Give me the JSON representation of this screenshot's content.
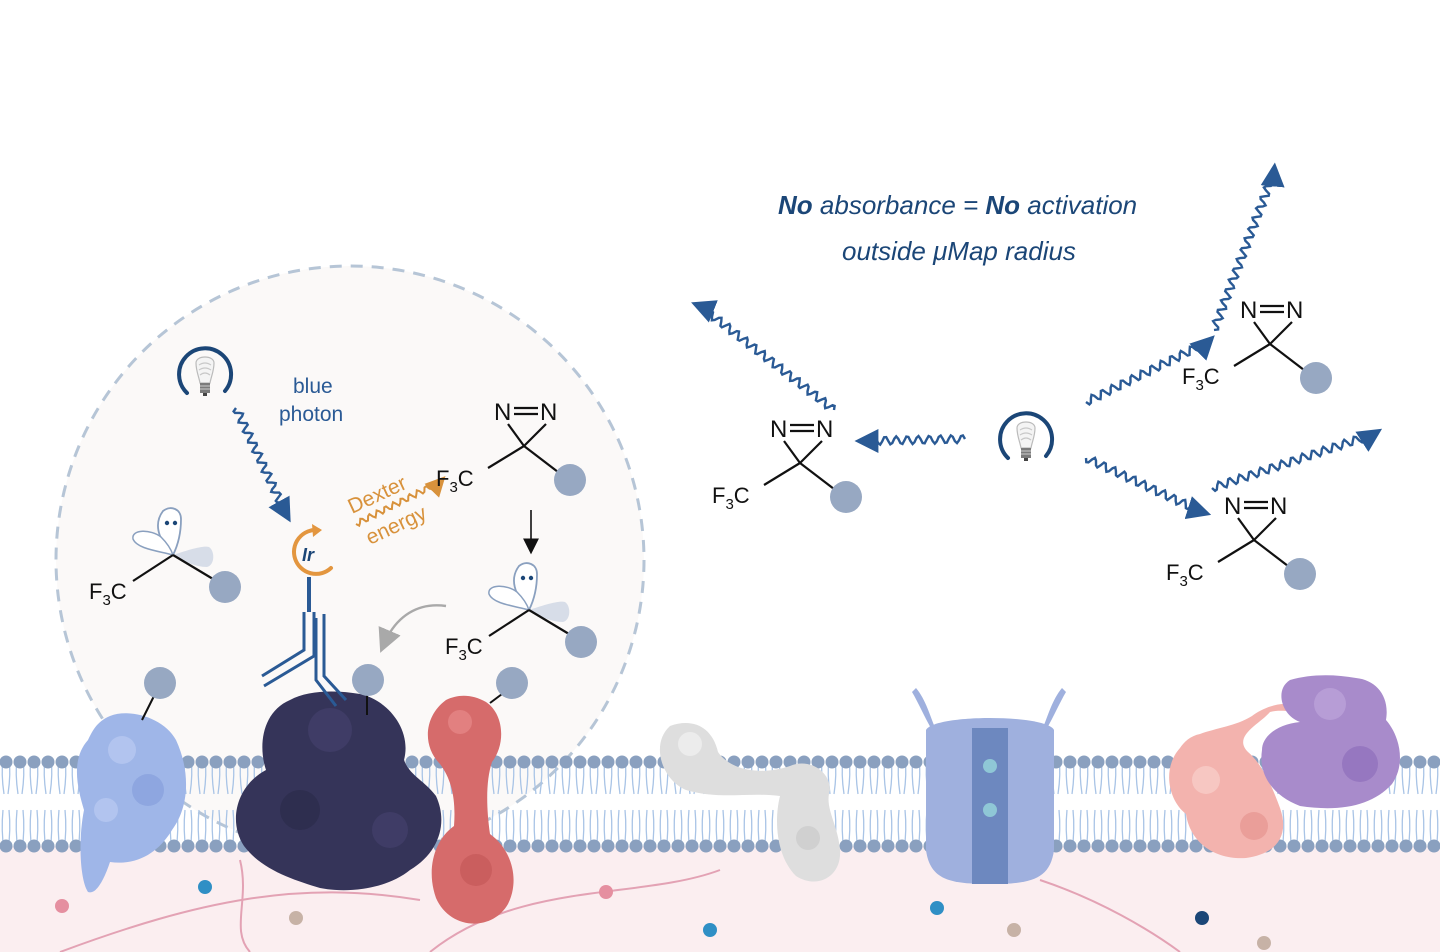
{
  "colors": {
    "navy": "#1b4677",
    "photon_blue": "#2a5a95",
    "dexter_orange": "#d8923c",
    "probe_grey": "#97a8c2",
    "membrane_head": "#8aa0bf",
    "membrane_tail": "#a9c4e6",
    "cytosol": "#fbeef0"
  },
  "icons": [
    "lightbulb-icon",
    "iridium-catalyst-icon",
    "antibody-icon",
    "carbene-orbital-icon",
    "diazirine-icon"
  ],
  "caption": {
    "line1": {
      "bold1": "No",
      "text1": " absorbance = ",
      "bold2": "No",
      "text2": " activation"
    },
    "line2": "outside μMap radius"
  },
  "inner": {
    "photon_label_1": "blue",
    "photon_label_2": "photon",
    "dexter_label_1": "Dexter",
    "dexter_label_2": "energy",
    "catalyst_label": "Ir"
  },
  "chem": {
    "diazirine_top": "N=N",
    "f3c_main": "F",
    "f3c_sub": "3",
    "f3c_tail": "C"
  }
}
